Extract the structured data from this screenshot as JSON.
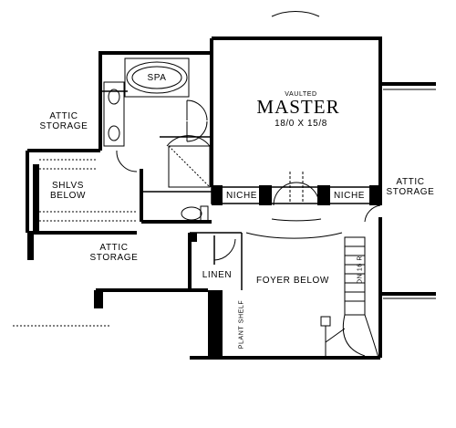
{
  "labels": {
    "master_prefix": "VAULTED",
    "master_name": "MASTER",
    "master_dims": "18/0 X 15/8",
    "spa": "SPA",
    "attic_left_1": "ATTIC",
    "attic_left_2": "STORAGE",
    "attic_bottom_1": "ATTIC",
    "attic_bottom_2": "STORAGE",
    "attic_right_1": "ATTIC",
    "attic_right_2": "STORAGE",
    "shelves_1": "SHLVS",
    "shelves_2": "BELOW",
    "niche_left": "NICHE",
    "niche_right": "NICHE",
    "linen": "LINEN",
    "foyer": "FOYER BELOW",
    "plant_shelf": "PLANT SHELF",
    "stairs": "DN 16 R"
  }
}
